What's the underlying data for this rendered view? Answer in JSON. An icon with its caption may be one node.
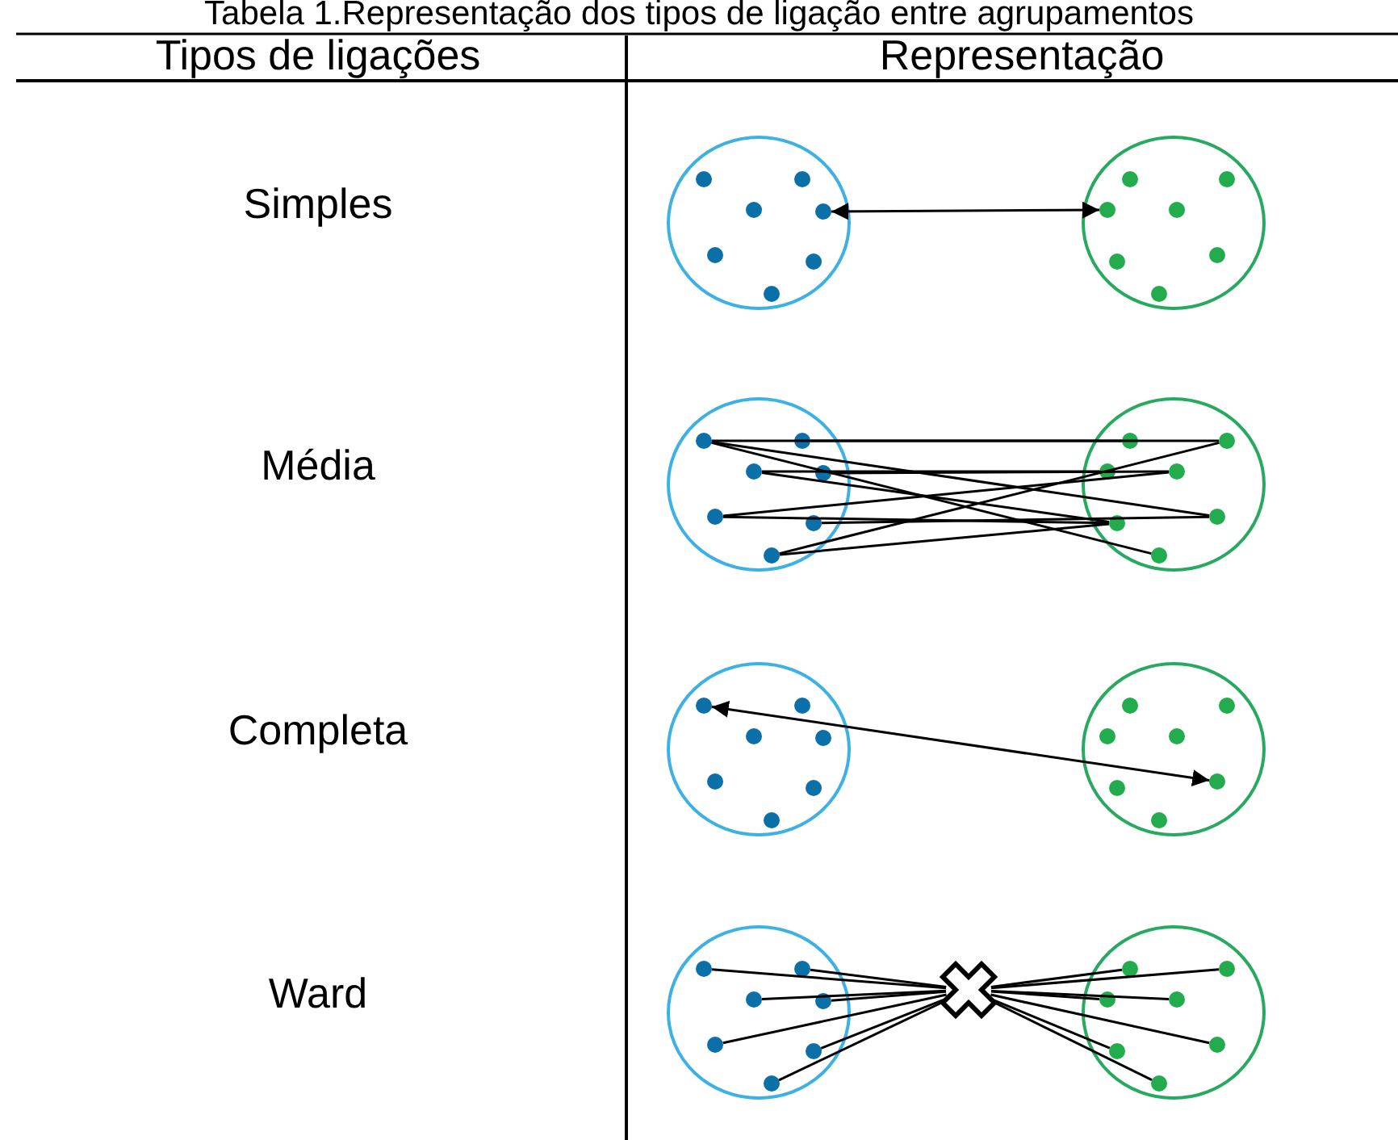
{
  "diagram": {
    "title": "Tabela 1.Representação dos tipos de ligação entre agrupamentos",
    "labels": [
      "Tipos de ligações",
      "Representação",
      "Simples",
      "Média",
      "Completa",
      "Ward"
    ],
    "nodes": [
      {
        "text": [],
        "shape": "circle"
      },
      {
        "text": [],
        "shape": "circle",
        "in": 0
      },
      {
        "text": [],
        "shape": "circle",
        "in": 0
      },
      {
        "text": [],
        "shape": "circle",
        "in": 0
      },
      {
        "text": [],
        "shape": "circle",
        "in": 0
      },
      {
        "text": [],
        "shape": "circle",
        "in": 0
      },
      {
        "text": [],
        "shape": "circle",
        "in": 0
      },
      {
        "text": [],
        "shape": "circle",
        "in": 0
      },
      {
        "text": [],
        "shape": "circle"
      },
      {
        "text": [],
        "shape": "circle",
        "in": 8
      },
      {
        "text": [],
        "shape": "circle",
        "in": 8
      },
      {
        "text": [],
        "shape": "circle",
        "in": 8
      },
      {
        "text": [],
        "shape": "circle",
        "in": 8
      },
      {
        "text": [],
        "shape": "circle",
        "in": 8
      },
      {
        "text": [],
        "shape": "circle",
        "in": 8
      },
      {
        "text": [],
        "shape": "circle",
        "in": 8
      },
      {
        "text": [],
        "shape": "circle"
      },
      {
        "text": [],
        "shape": "circle",
        "in": 16
      },
      {
        "text": [],
        "shape": "circle",
        "in": 16
      },
      {
        "text": [],
        "shape": "circle",
        "in": 16
      },
      {
        "text": [],
        "shape": "circle",
        "in": 16
      },
      {
        "text": [],
        "shape": "circle",
        "in": 16
      },
      {
        "text": [],
        "shape": "circle",
        "in": 16
      },
      {
        "text": [],
        "shape": "circle",
        "in": 16
      },
      {
        "text": [],
        "shape": "circle"
      },
      {
        "text": [],
        "shape": "circle",
        "in": 24
      },
      {
        "text": [],
        "shape": "circle",
        "in": 24
      },
      {
        "text": [],
        "shape": "circle",
        "in": 24
      },
      {
        "text": [],
        "shape": "circle",
        "in": 24
      },
      {
        "text": [],
        "shape": "circle",
        "in": 24
      },
      {
        "text": [],
        "shape": "circle",
        "in": 24
      },
      {
        "text": [],
        "shape": "circle",
        "in": 24
      },
      {
        "text": [],
        "shape": "circle"
      },
      {
        "text": [],
        "shape": "circle",
        "in": 32
      },
      {
        "text": [],
        "shape": "circle",
        "in": 32
      },
      {
        "text": [],
        "shape": "circle",
        "in": 32
      },
      {
        "text": [],
        "shape": "circle",
        "in": 32
      },
      {
        "text": [],
        "shape": "circle",
        "in": 32
      },
      {
        "text": [],
        "shape": "circle",
        "in": 32
      },
      {
        "text": [],
        "shape": "circle",
        "in": 32
      },
      {
        "text": [],
        "shape": "circle"
      },
      {
        "text": [],
        "shape": "circle",
        "in": 40
      },
      {
        "text": [],
        "shape": "circle",
        "in": 40
      },
      {
        "text": [],
        "shape": "circle",
        "in": 40
      },
      {
        "text": [],
        "shape": "circle",
        "in": 40
      },
      {
        "text": [],
        "shape": "circle",
        "in": 40
      },
      {
        "text": [],
        "shape": "circle",
        "in": 40
      },
      {
        "text": [],
        "shape": "circle",
        "in": 40
      },
      {
        "text": [],
        "shape": "circle"
      },
      {
        "text": [],
        "shape": "circle",
        "in": 48
      },
      {
        "text": [],
        "shape": "circle",
        "in": 48
      },
      {
        "text": [],
        "shape": "circle",
        "in": 48
      },
      {
        "text": [],
        "shape": "circle",
        "in": 48
      },
      {
        "text": [],
        "shape": "circle",
        "in": 48
      },
      {
        "text": [],
        "shape": "circle",
        "in": 48
      },
      {
        "text": [],
        "shape": "circle",
        "in": 48
      },
      {
        "text": [],
        "shape": "cross"
      },
      {
        "text": [],
        "shape": "circle"
      },
      {
        "text": [],
        "shape": "circle",
        "in": 57
      },
      {
        "text": [],
        "shape": "circle",
        "in": 57
      },
      {
        "text": [],
        "shape": "circle",
        "in": 57
      },
      {
        "text": [],
        "shape": "circle",
        "in": 57
      },
      {
        "text": [],
        "shape": "circle",
        "in": 57
      },
      {
        "text": [],
        "shape": "circle",
        "in": 57
      },
      {
        "text": [],
        "shape": "circle",
        "in": 57
      }
    ],
    "edges": [
      {
        "from": 4,
        "to": 11,
        "arrow": "both"
      },
      {
        "from": 17,
        "to": 26,
        "arrow": "none"
      },
      {
        "from": 17,
        "to": 30,
        "arrow": "none"
      },
      {
        "from": 17,
        "to": 31,
        "arrow": "none"
      },
      {
        "from": 18,
        "to": 25,
        "arrow": "none"
      },
      {
        "from": 19,
        "to": 27,
        "arrow": "none"
      },
      {
        "from": 19,
        "to": 29,
        "arrow": "none"
      },
      {
        "from": 20,
        "to": 28,
        "arrow": "none"
      },
      {
        "from": 21,
        "to": 28,
        "arrow": "none"
      },
      {
        "from": 21,
        "to": 29,
        "arrow": "none"
      },
      {
        "from": 22,
        "to": 30,
        "arrow": "none"
      },
      {
        "from": 23,
        "to": 26,
        "arrow": "none"
      },
      {
        "from": 23,
        "to": 29,
        "arrow": "none"
      },
      {
        "from": 33,
        "to": 46,
        "arrow": "both"
      },
      {
        "from": 49,
        "to": 56,
        "arrow": "none"
      },
      {
        "from": 50,
        "to": 56,
        "arrow": "none"
      },
      {
        "from": 51,
        "to": 56,
        "arrow": "none"
      },
      {
        "from": 52,
        "to": 56,
        "arrow": "none"
      },
      {
        "from": 53,
        "to": 56,
        "arrow": "none"
      },
      {
        "from": 54,
        "to": 56,
        "arrow": "none"
      },
      {
        "from": 55,
        "to": 56,
        "arrow": "none"
      },
      {
        "from": 58,
        "to": 56,
        "arrow": "none"
      },
      {
        "from": 59,
        "to": 56,
        "arrow": "none"
      },
      {
        "from": 60,
        "to": 56,
        "arrow": "none"
      },
      {
        "from": 61,
        "to": 56,
        "arrow": "none"
      },
      {
        "from": 62,
        "to": 56,
        "arrow": "none"
      },
      {
        "from": 63,
        "to": 56,
        "arrow": "none"
      },
      {
        "from": 64,
        "to": 56,
        "arrow": "none"
      }
    ]
  }
}
